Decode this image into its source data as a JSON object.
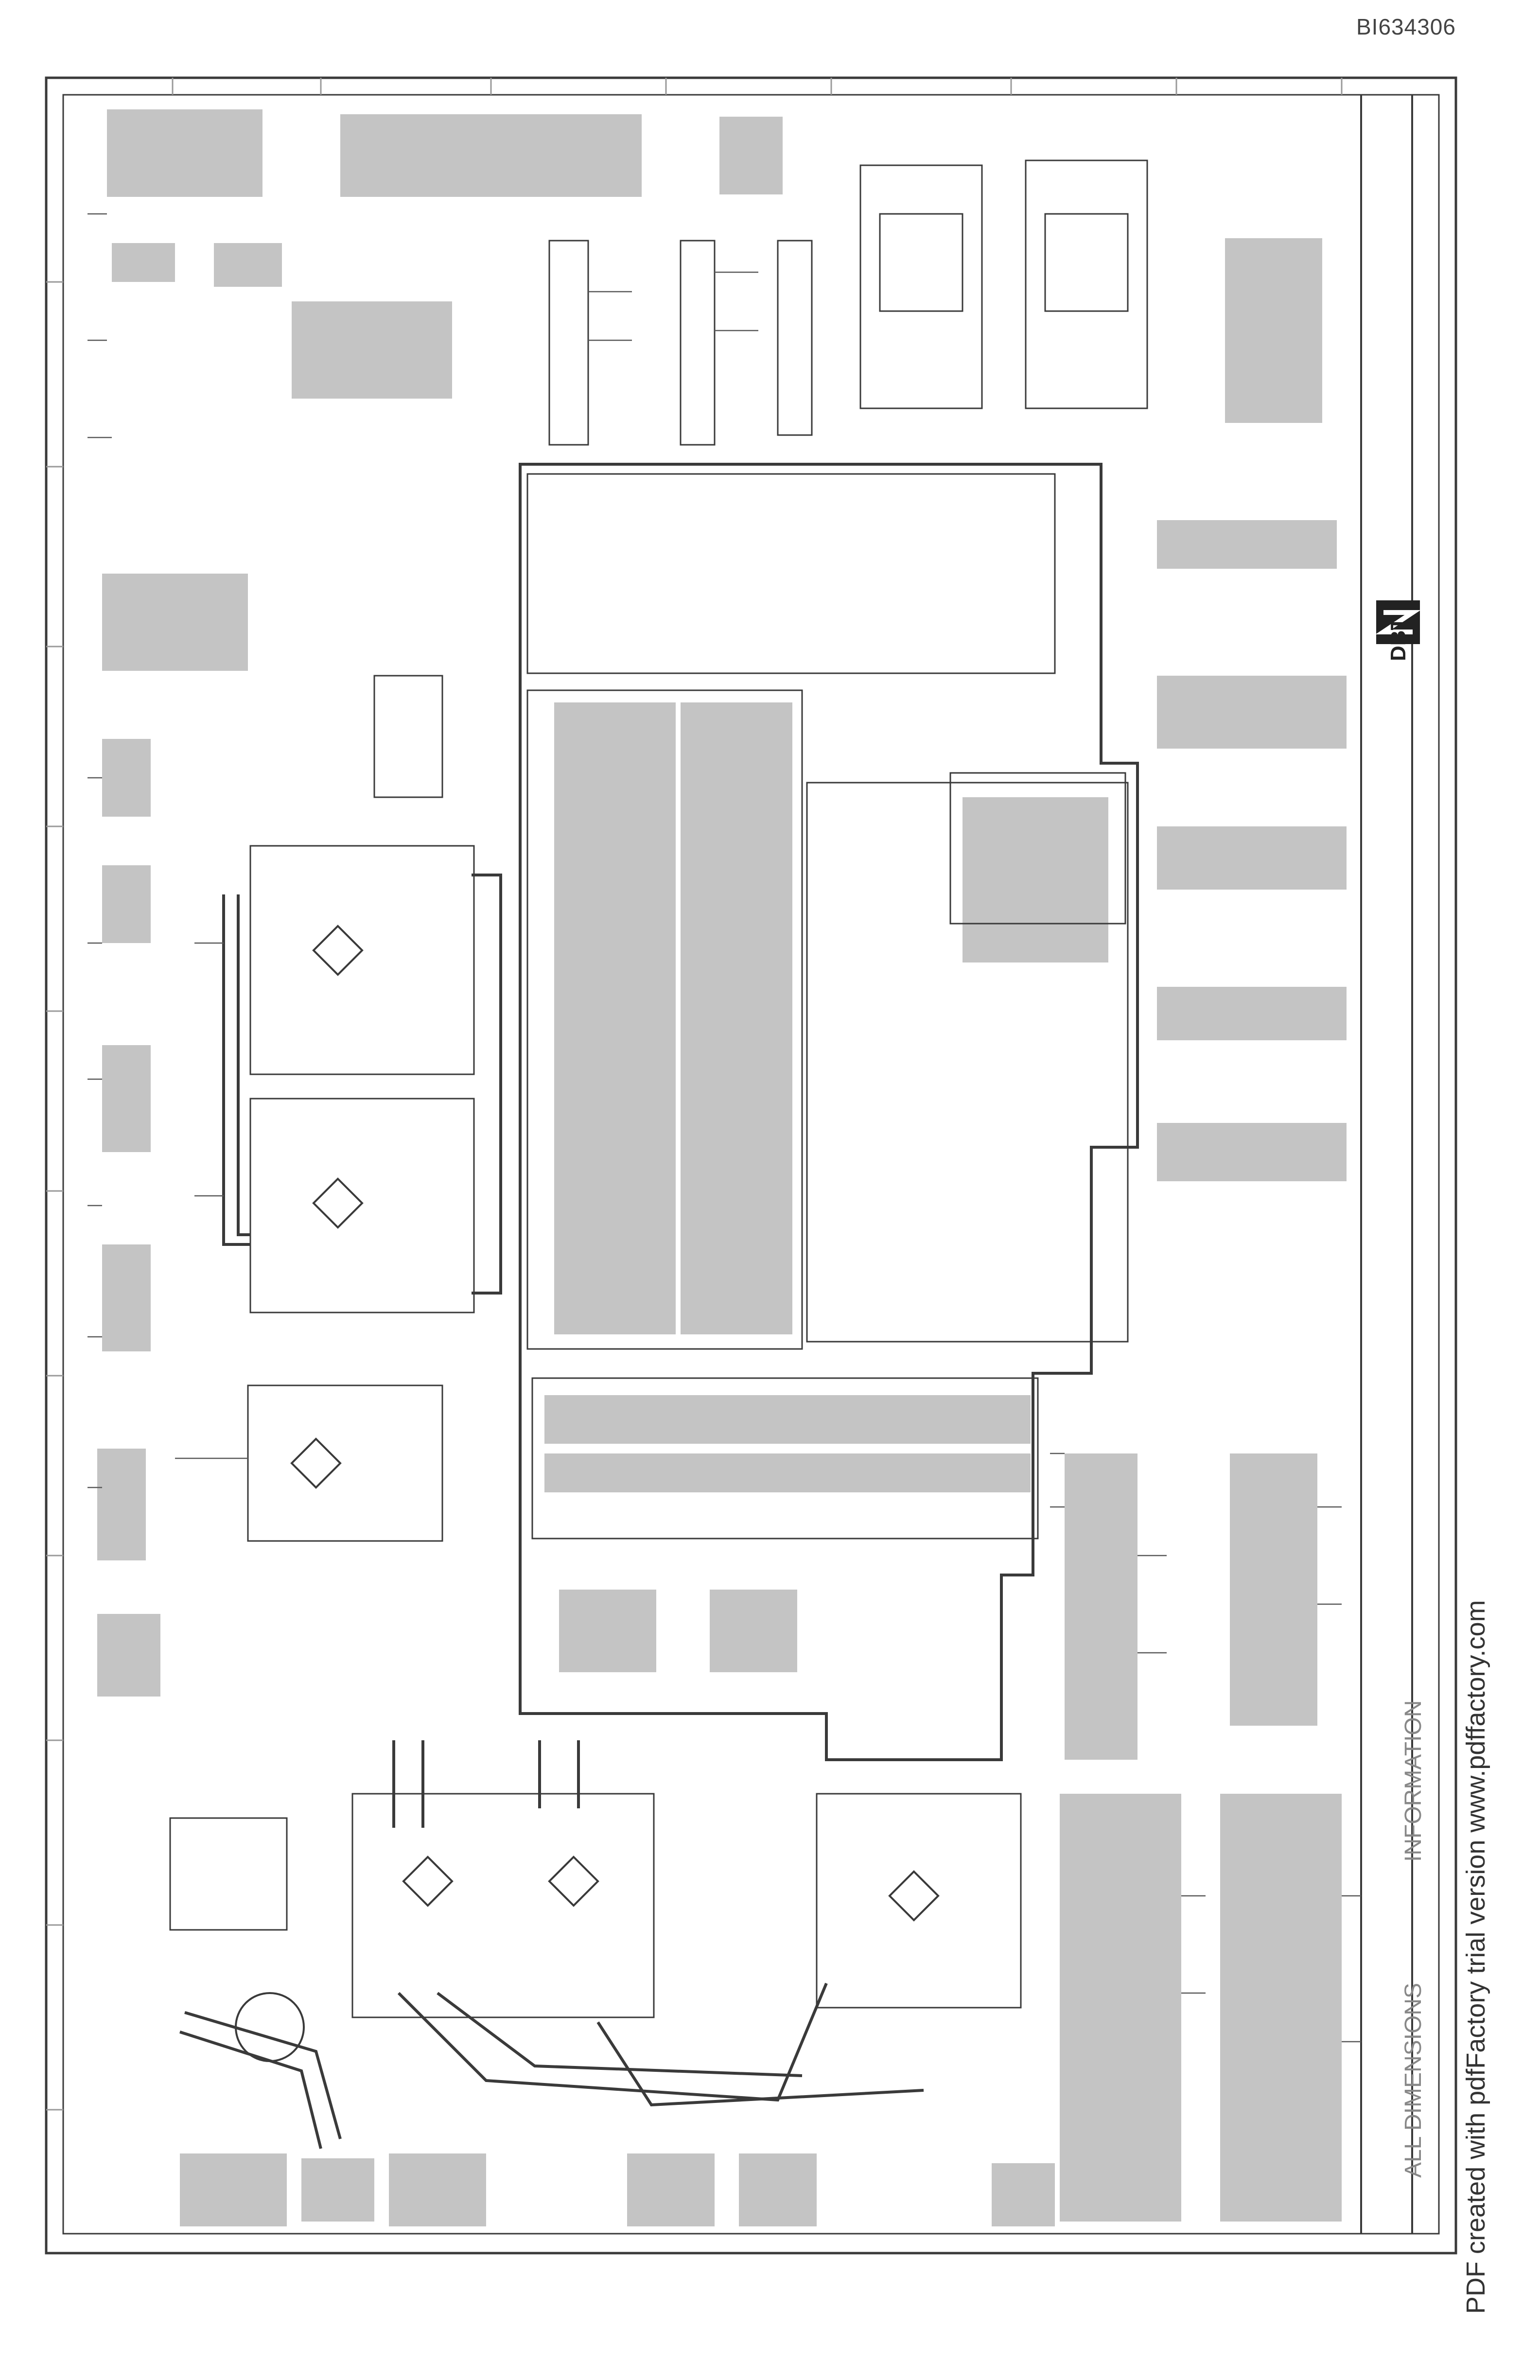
{
  "document": {
    "id": "BI634306",
    "logo_text": "DBT",
    "watermark": "PDF created with pdfFactory trial version www.pdffactory.com",
    "revision_strip": "ALL DIMENSIONS",
    "info_strip": "INFORMATION"
  },
  "colors": {
    "line": "#3a3a3a",
    "faint": "#9a9a9a",
    "text_block": "#b5b5b5",
    "background": "#ffffff"
  },
  "icons": {
    "logo": "dbt-logo-icon",
    "transformer": "transformer-symbol-icon",
    "bridge": "rectifier-bridge-icon",
    "motor": "motor-symbol-icon"
  }
}
